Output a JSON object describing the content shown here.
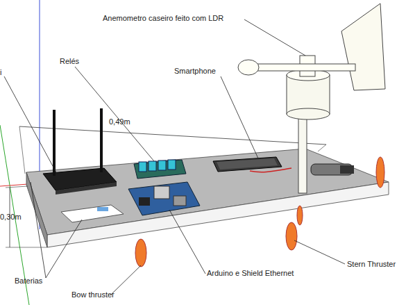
{
  "diagram": {
    "labels": [
      "Anemometro caseiro feito com LDR",
      "Relés",
      "Smartphone",
      "i",
      "0,49m",
      "0,30m",
      "Baterias",
      "Bow thruster",
      "Arduino e Shield Ethernet",
      "Stern Thruster"
    ]
  }
}
